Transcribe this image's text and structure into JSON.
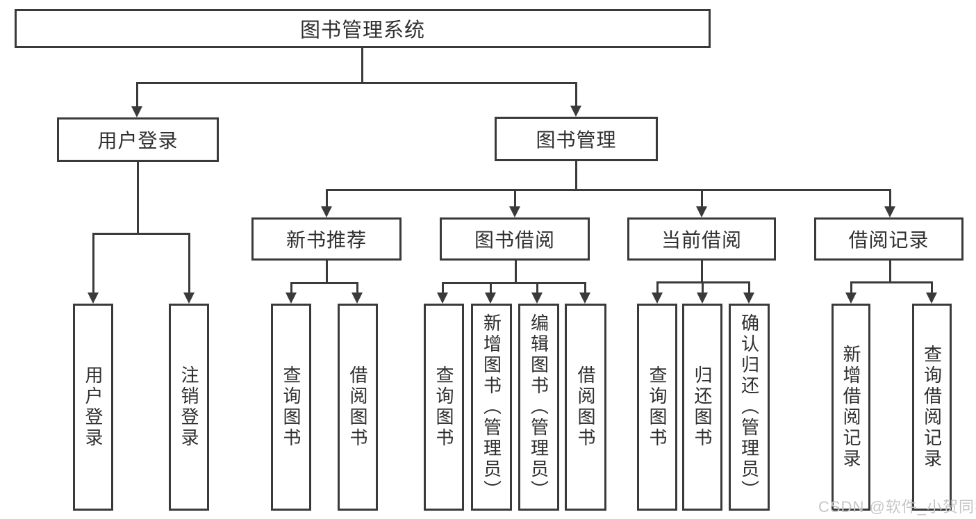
{
  "diagram": {
    "title": "图书管理系统",
    "colors": {
      "line": "#3a3a3a",
      "text": "#2f2f2f",
      "background": "#ffffff",
      "watermark": "#c6c6c6"
    },
    "nodes": {
      "root": "图书管理系统",
      "user_login": "用户登录",
      "book_mgmt": "图书管理",
      "new_book_rec": "新书推荐",
      "book_borrow": "图书借阅",
      "current_borrow": "当前借阅",
      "borrow_records": "借阅记录",
      "leaf_user_login": "用户登录",
      "leaf_logout": "注销登录",
      "leaf_nbr_query": "查询图书",
      "leaf_nbr_borrow": "借阅图书",
      "leaf_bb_query": "查询图书",
      "leaf_bb_add": "新增图书（管理员）",
      "leaf_bb_edit": "编辑图书（管理员）",
      "leaf_bb_borrow": "借阅图书",
      "leaf_cb_query": "查询图书",
      "leaf_cb_return": "归还图书",
      "leaf_cb_confirm": "确认归还（管理员）",
      "leaf_br_add": "新增借阅记录",
      "leaf_br_query": "查询借阅记录"
    },
    "hierarchy": {
      "图书管理系统": {
        "用户登录": [
          "用户登录",
          "注销登录"
        ],
        "图书管理": {
          "新书推荐": [
            "查询图书",
            "借阅图书"
          ],
          "图书借阅": [
            "查询图书",
            "新增图书（管理员）",
            "编辑图书（管理员）",
            "借阅图书"
          ],
          "当前借阅": [
            "查询图书",
            "归还图书",
            "确认归还（管理员）"
          ],
          "借阅记录": [
            "新增借阅记录",
            "查询借阅记录"
          ]
        }
      }
    },
    "watermark": "CSDN @软件_小贺同学"
  }
}
